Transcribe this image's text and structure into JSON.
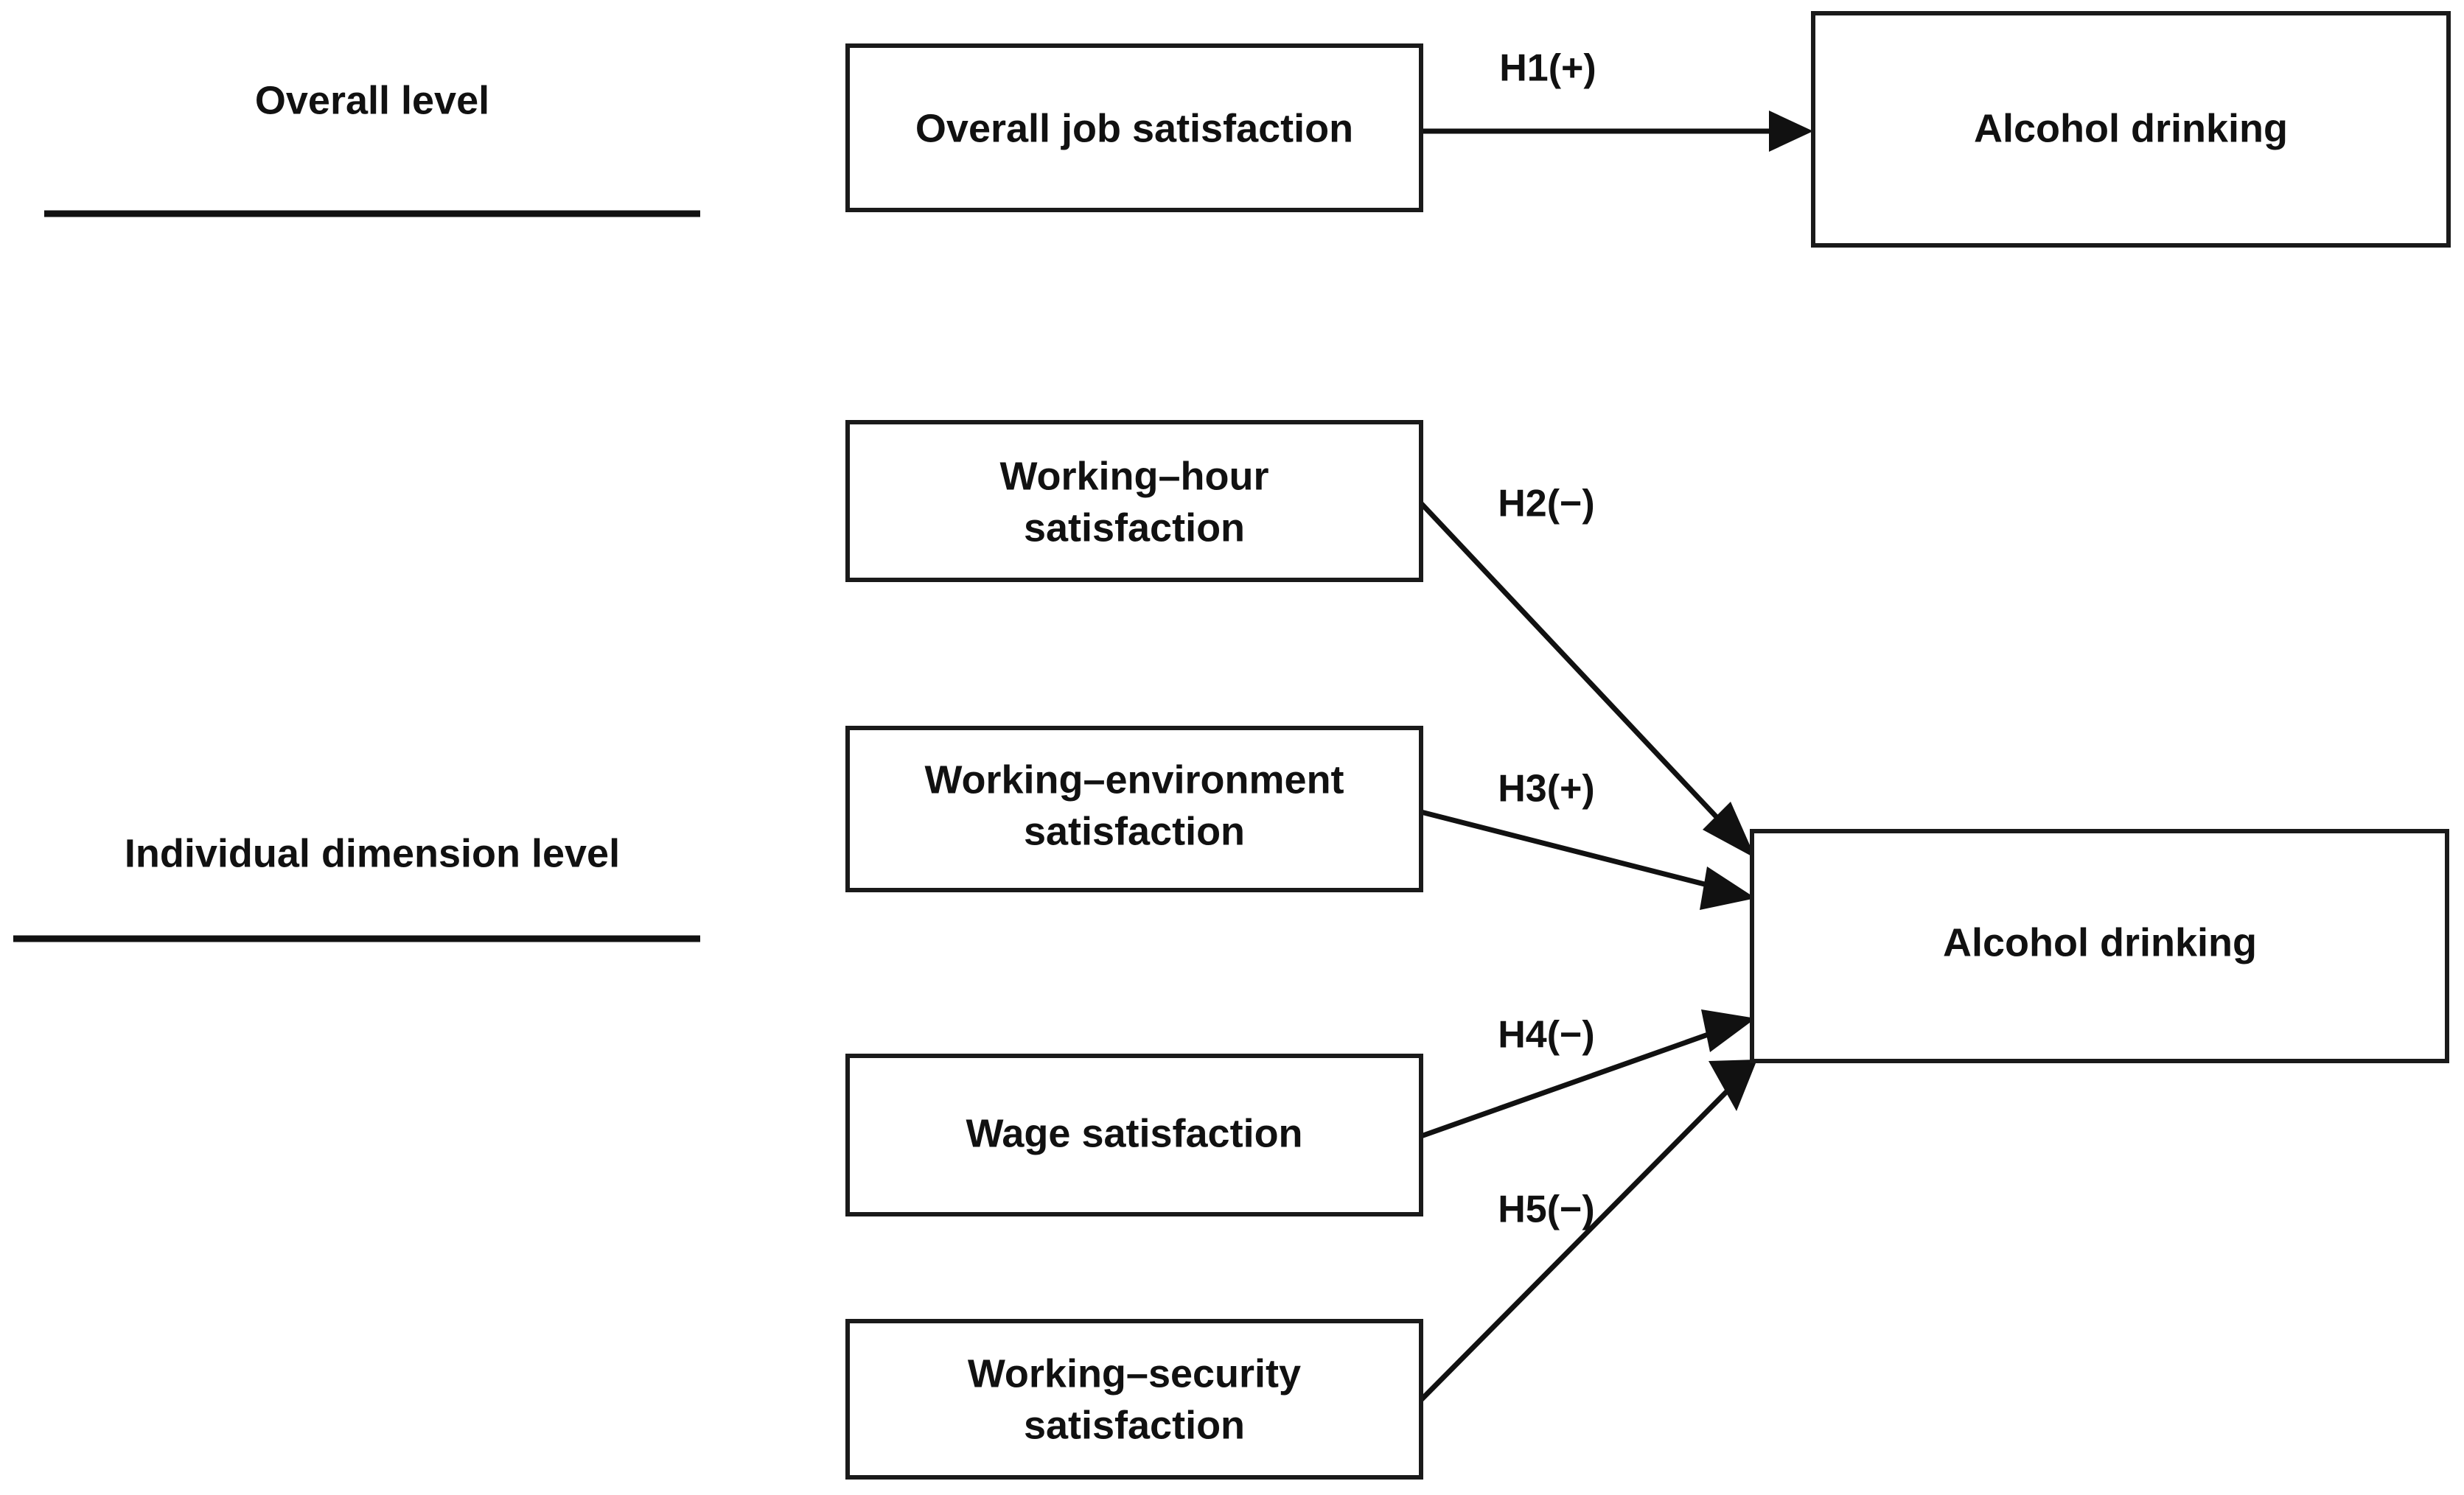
{
  "figure": {
    "type": "conceptual-research-model-diagram",
    "background_color": "#ffffff",
    "line_color": "#111111",
    "box_fill": "#ffffff"
  },
  "levels": [
    {
      "key": "overall",
      "label": "Overall level"
    },
    {
      "key": "individual",
      "label": "Individual dimension level"
    }
  ],
  "boxes": {
    "overall_job_satisfaction": "Overall job satisfaction",
    "alcohol_drinking_top": "Alcohol drinking",
    "working_hour_satisfaction_line1": "Working–hour",
    "working_hour_satisfaction_line2": "satisfaction",
    "working_environment_satisfaction_line1": "Working–environment",
    "working_environment_satisfaction_line2": "satisfaction",
    "wage_satisfaction": "Wage satisfaction",
    "working_security_satisfaction_line1": "Working–security",
    "working_security_satisfaction_line2": "satisfaction",
    "alcohol_drinking_bottom": "Alcohol drinking"
  },
  "hypotheses": [
    {
      "id": "H1",
      "label": "H1(+)",
      "sign": "+",
      "from": "Overall job satisfaction",
      "to": "Alcohol drinking"
    },
    {
      "id": "H2",
      "label": "H2(−)",
      "sign": "−",
      "from": "Working–hour satisfaction",
      "to": "Alcohol drinking"
    },
    {
      "id": "H3",
      "label": "H3(+)",
      "sign": "+",
      "from": "Working–environment satisfaction",
      "to": "Alcohol drinking"
    },
    {
      "id": "H4",
      "label": "H4(−)",
      "sign": "−",
      "from": "Wage satisfaction",
      "to": "Alcohol drinking"
    },
    {
      "id": "H5",
      "label": "H5(−)",
      "sign": "−",
      "from": "Working–security satisfaction",
      "to": "Alcohol drinking"
    }
  ]
}
